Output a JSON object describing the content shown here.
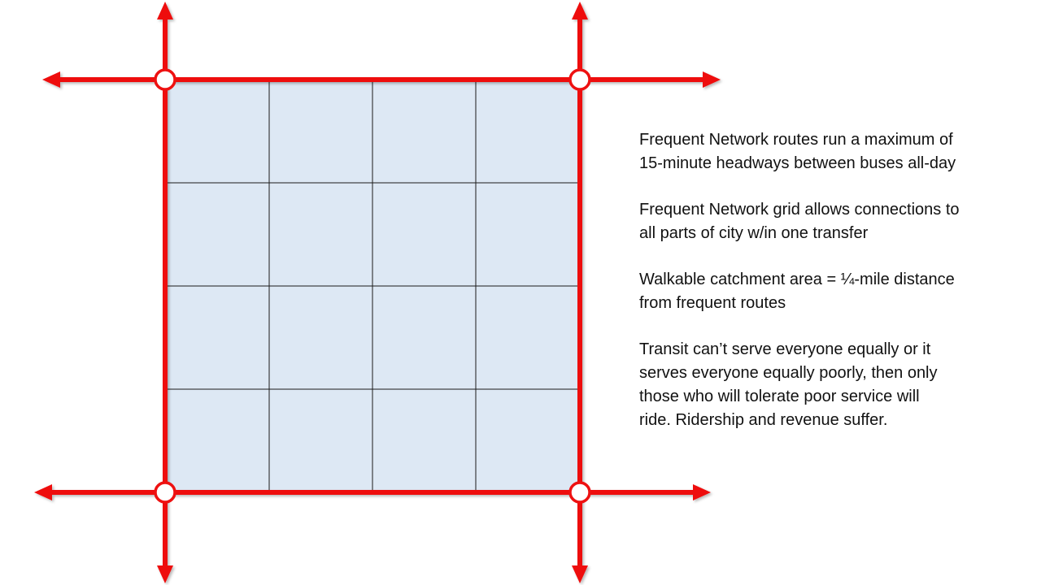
{
  "colors": {
    "route": "#ee1111",
    "area_fill": "#dde8f4",
    "grid_line": "#1a1a1a",
    "node_fill": "#ffffff",
    "text": "#111111"
  },
  "diagram": {
    "grid_cells": "4x4",
    "frequent_routes": [
      "horizontal-top",
      "horizontal-bottom",
      "vertical-left",
      "vertical-right"
    ],
    "transfer_points": 4
  },
  "notes": [
    "Frequent Network routes run a maximum of\n15-minute headways between buses all-day",
    "Frequent Network grid allows connections to\nall parts of city w/in one transfer",
    "Walkable catchment area = ¼-mile distance\nfrom frequent routes",
    "Transit can’t serve everyone equally or it\nserves everyone equally poorly, then only\nthose who will tolerate poor service will\nride.  Ridership and revenue suffer."
  ]
}
